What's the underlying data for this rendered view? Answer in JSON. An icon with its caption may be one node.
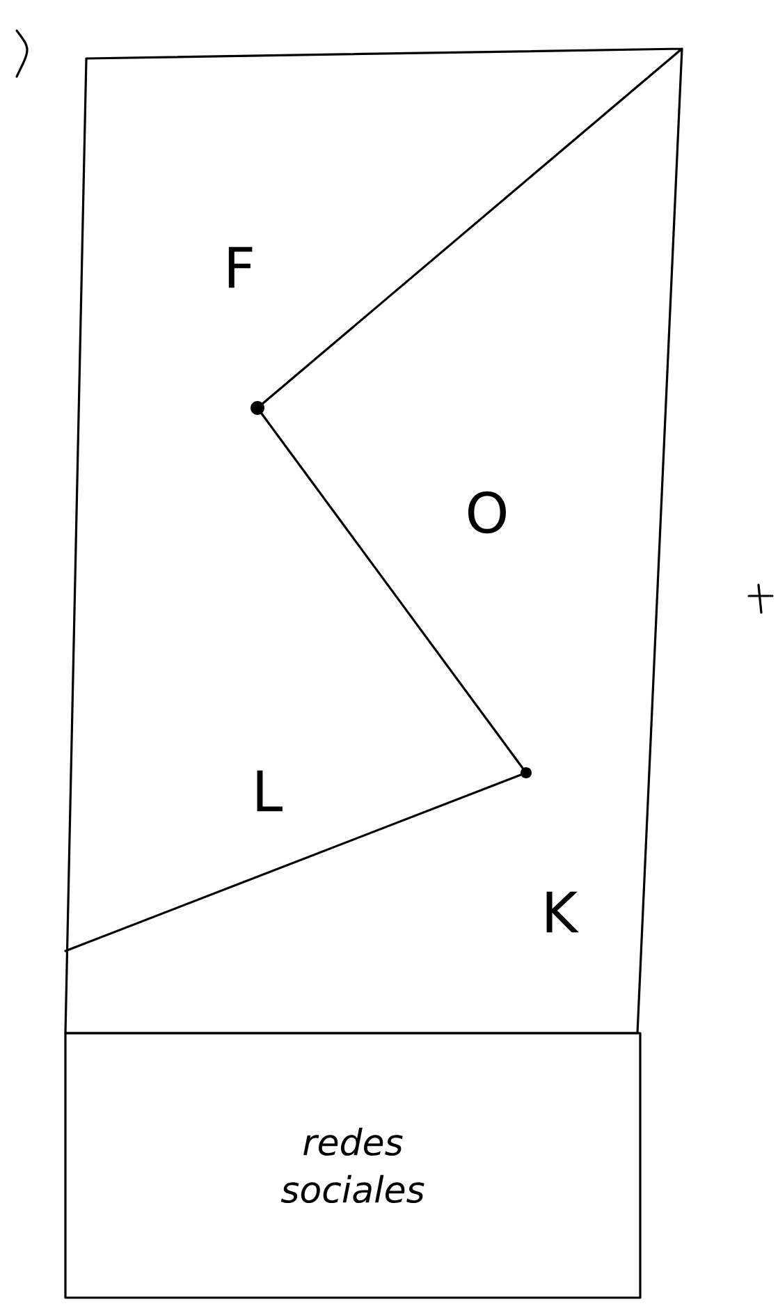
{
  "diagram": {
    "nodes": [
      {
        "text": [
          "redes sociales"
        ]
      }
    ],
    "labels": [
      "F",
      "O",
      "L",
      "K"
    ]
  }
}
